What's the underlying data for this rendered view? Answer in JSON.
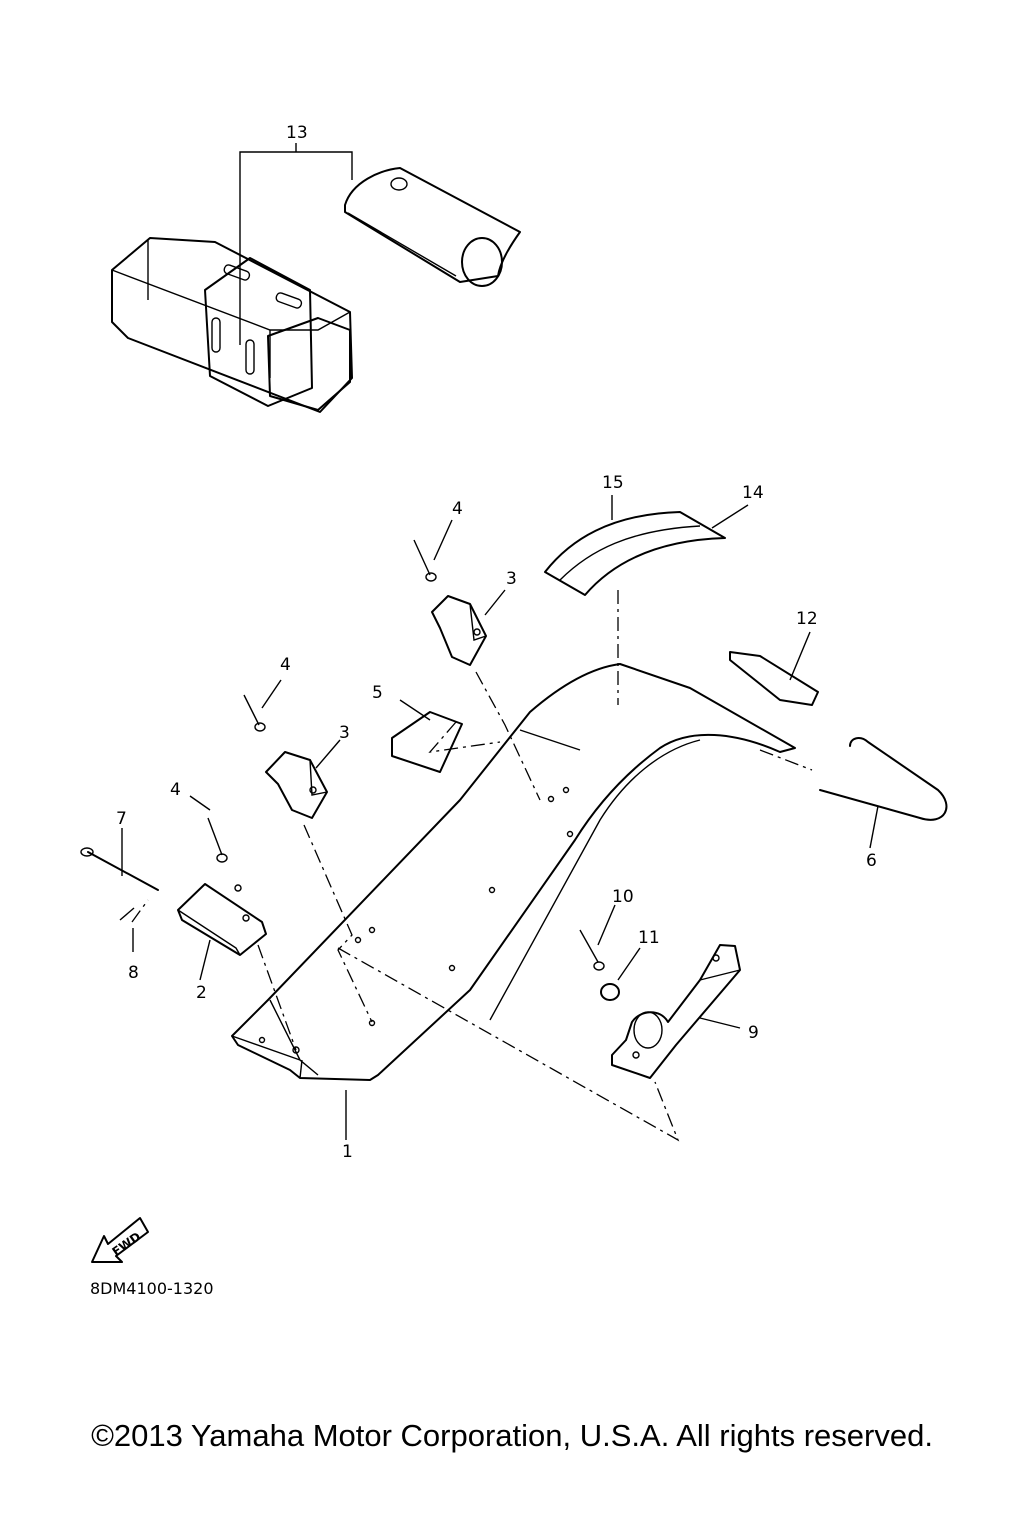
{
  "diagram": {
    "drawing_code": "8DM4100-1320",
    "fwd_label": "FWD",
    "callouts": [
      "1",
      "2",
      "3",
      "3",
      "4",
      "4",
      "4",
      "5",
      "6",
      "7",
      "8",
      "9",
      "10",
      "11",
      "12",
      "13",
      "14",
      "15"
    ]
  },
  "footer": {
    "copyright": "©2013 Yamaha Motor Corporation, U.S.A. All rights reserved."
  }
}
